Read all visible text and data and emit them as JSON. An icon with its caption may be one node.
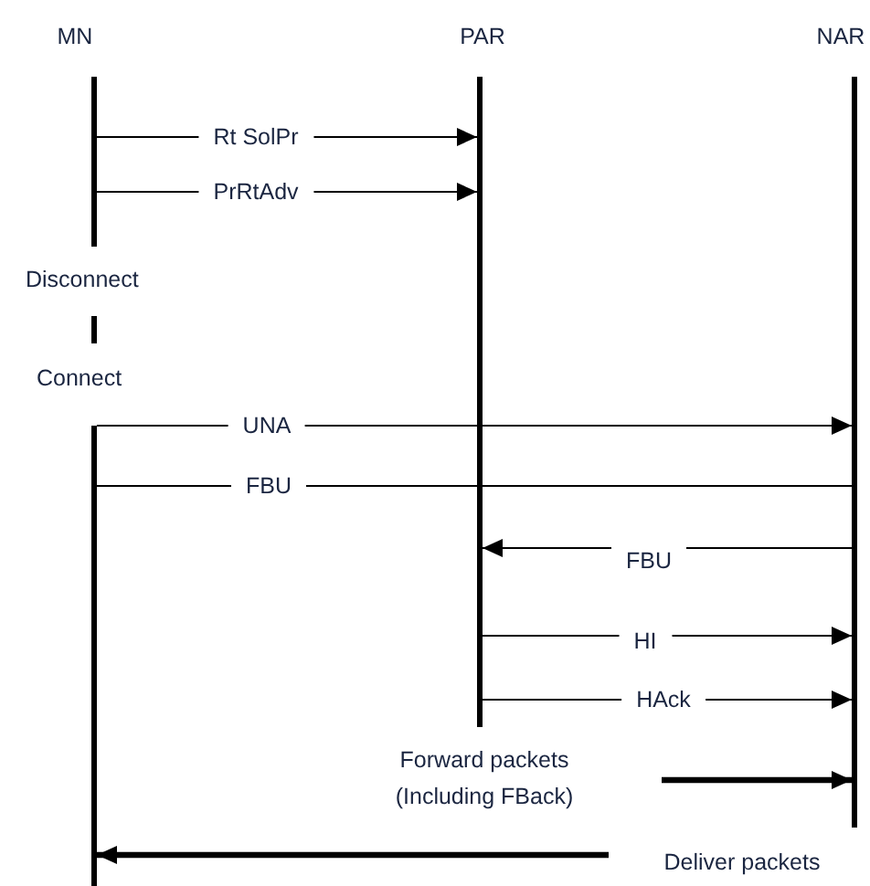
{
  "diagram": {
    "nodes": [
      {
        "text": [
          "MN"
        ]
      },
      {
        "text": [
          "PAR"
        ]
      },
      {
        "text": [
          "NAR"
        ]
      },
      {
        "text": [],
        "shape": "bar"
      },
      {
        "text": [],
        "shape": "bar"
      },
      {
        "text": [],
        "shape": "bar"
      },
      {
        "text": [],
        "shape": "bar"
      }
    ],
    "edges": [
      {
        "from": 3,
        "to": 5,
        "arrow": "to",
        "label": "Rt SolPr"
      },
      {
        "from": 3,
        "to": 5,
        "arrow": "to",
        "label": "PrRtAdv"
      },
      {
        "from": 4,
        "to": 6,
        "arrow": "to",
        "label": "UNA"
      },
      {
        "from": 4,
        "to": 6,
        "arrow": "none",
        "label": "FBU"
      },
      {
        "from": 6,
        "to": 5,
        "arrow": "to",
        "label": "FBU"
      },
      {
        "from": 5,
        "to": 6,
        "arrow": "to",
        "label": "HI"
      },
      {
        "from": 5,
        "to": 6,
        "arrow": "to",
        "label": "HAck"
      },
      {
        "from": null,
        "to": 6,
        "arrow": "to",
        "label": "Forward packets (Including FBack)",
        "style": "thick"
      },
      {
        "from": null,
        "to": 4,
        "arrow": "to",
        "label": "Deliver packets",
        "style": "thick"
      }
    ],
    "labels": [
      "Disconnect",
      "Connect"
    ]
  }
}
